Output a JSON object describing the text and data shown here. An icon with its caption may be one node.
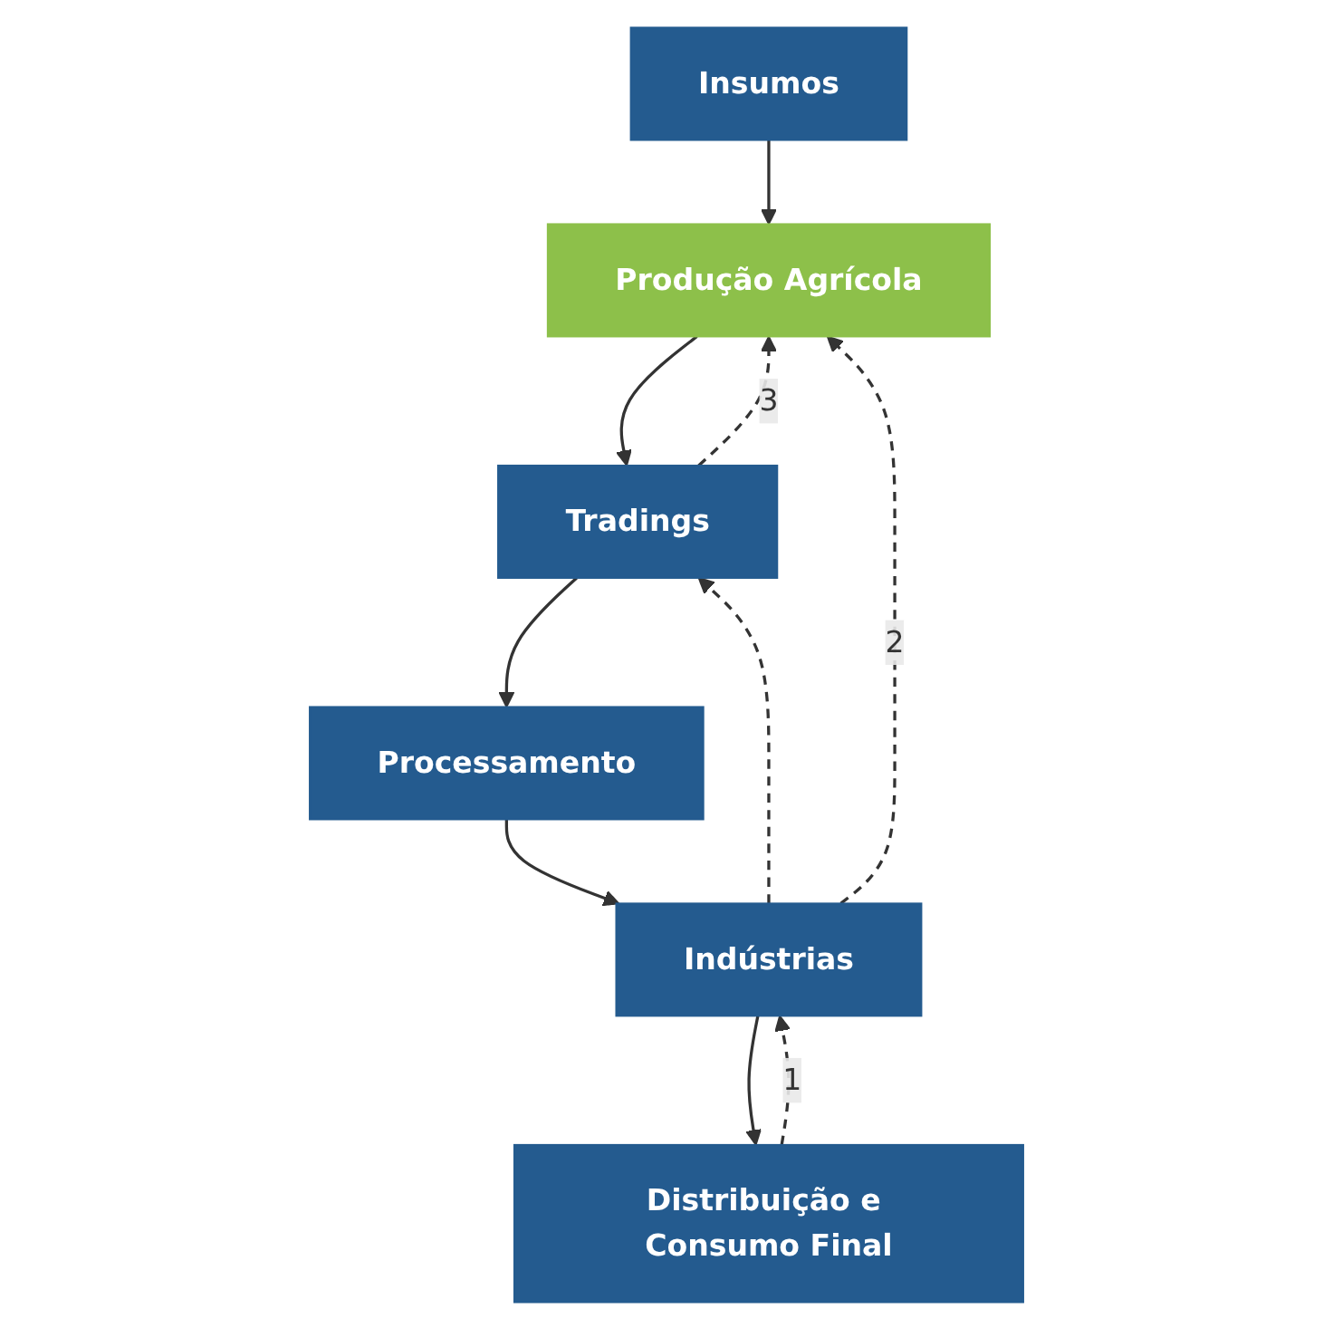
{
  "diagram": {
    "nodes": [
      {
        "text": [
          "Insumos"
        ]
      },
      {
        "text": [
          "Produção Agrícola"
        ]
      },
      {
        "text": [
          "Tradings"
        ]
      },
      {
        "text": [
          "Processamento"
        ]
      },
      {
        "text": [
          "Indústrias"
        ]
      },
      {
        "text": [
          "Distribuição e Consumo Final"
        ]
      }
    ],
    "edges": [
      {
        "from": 0,
        "to": 1,
        "arrow": "to"
      },
      {
        "from": 1,
        "to": 2,
        "arrow": "to"
      },
      {
        "from": 2,
        "to": 3,
        "arrow": "to"
      },
      {
        "from": 3,
        "to": 4,
        "arrow": "to"
      },
      {
        "from": 4,
        "to": 5,
        "arrow": "to"
      },
      {
        "from": 2,
        "to": 1,
        "arrow": "to",
        "style": "dashed",
        "label": "3"
      },
      {
        "from": 4,
        "to": 2,
        "arrow": "to",
        "style": "dashed"
      },
      {
        "from": 4,
        "to": 1,
        "arrow": "to",
        "style": "dashed",
        "label": "2"
      },
      {
        "from": 5,
        "to": 4,
        "arrow": "to",
        "style": "dashed",
        "label": "1"
      }
    ]
  }
}
